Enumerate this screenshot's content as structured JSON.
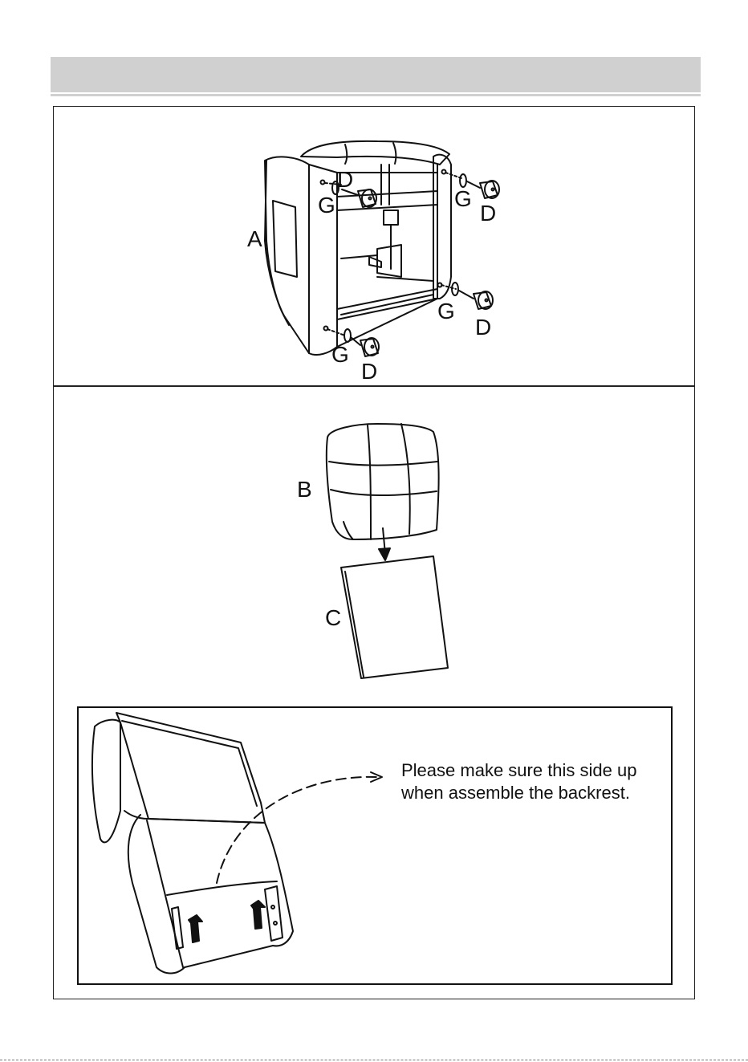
{
  "step1": {
    "labels": {
      "part_a": "A",
      "d_top_left": "D",
      "g_top_left": "G",
      "g_top_right": "G",
      "d_top_right": "D",
      "g_bottom_right": "G",
      "d_bottom_right": "D",
      "g_bottom_left": "G",
      "d_bottom_left": "D"
    }
  },
  "step2": {
    "labels": {
      "part_b": "B",
      "part_c": "C"
    },
    "note_line1": "Please make sure this side up",
    "note_line2": "when assemble the backrest."
  }
}
